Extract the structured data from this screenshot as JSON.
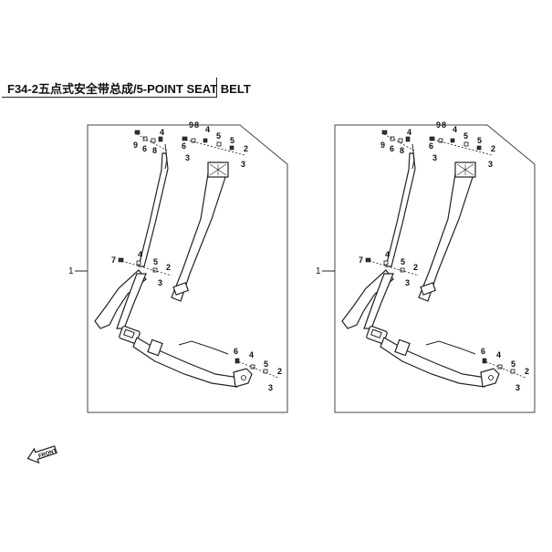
{
  "title": "F34-2五点式安全带总成/5-POINT SEAT BELT",
  "assembly_callout": "1",
  "front_marker": "FRONT",
  "callouts": {
    "c2": "2",
    "c3": "3",
    "c4": "4",
    "c5": "5",
    "c6": "6",
    "c7": "7",
    "c8": "8",
    "c9": "9"
  }
}
